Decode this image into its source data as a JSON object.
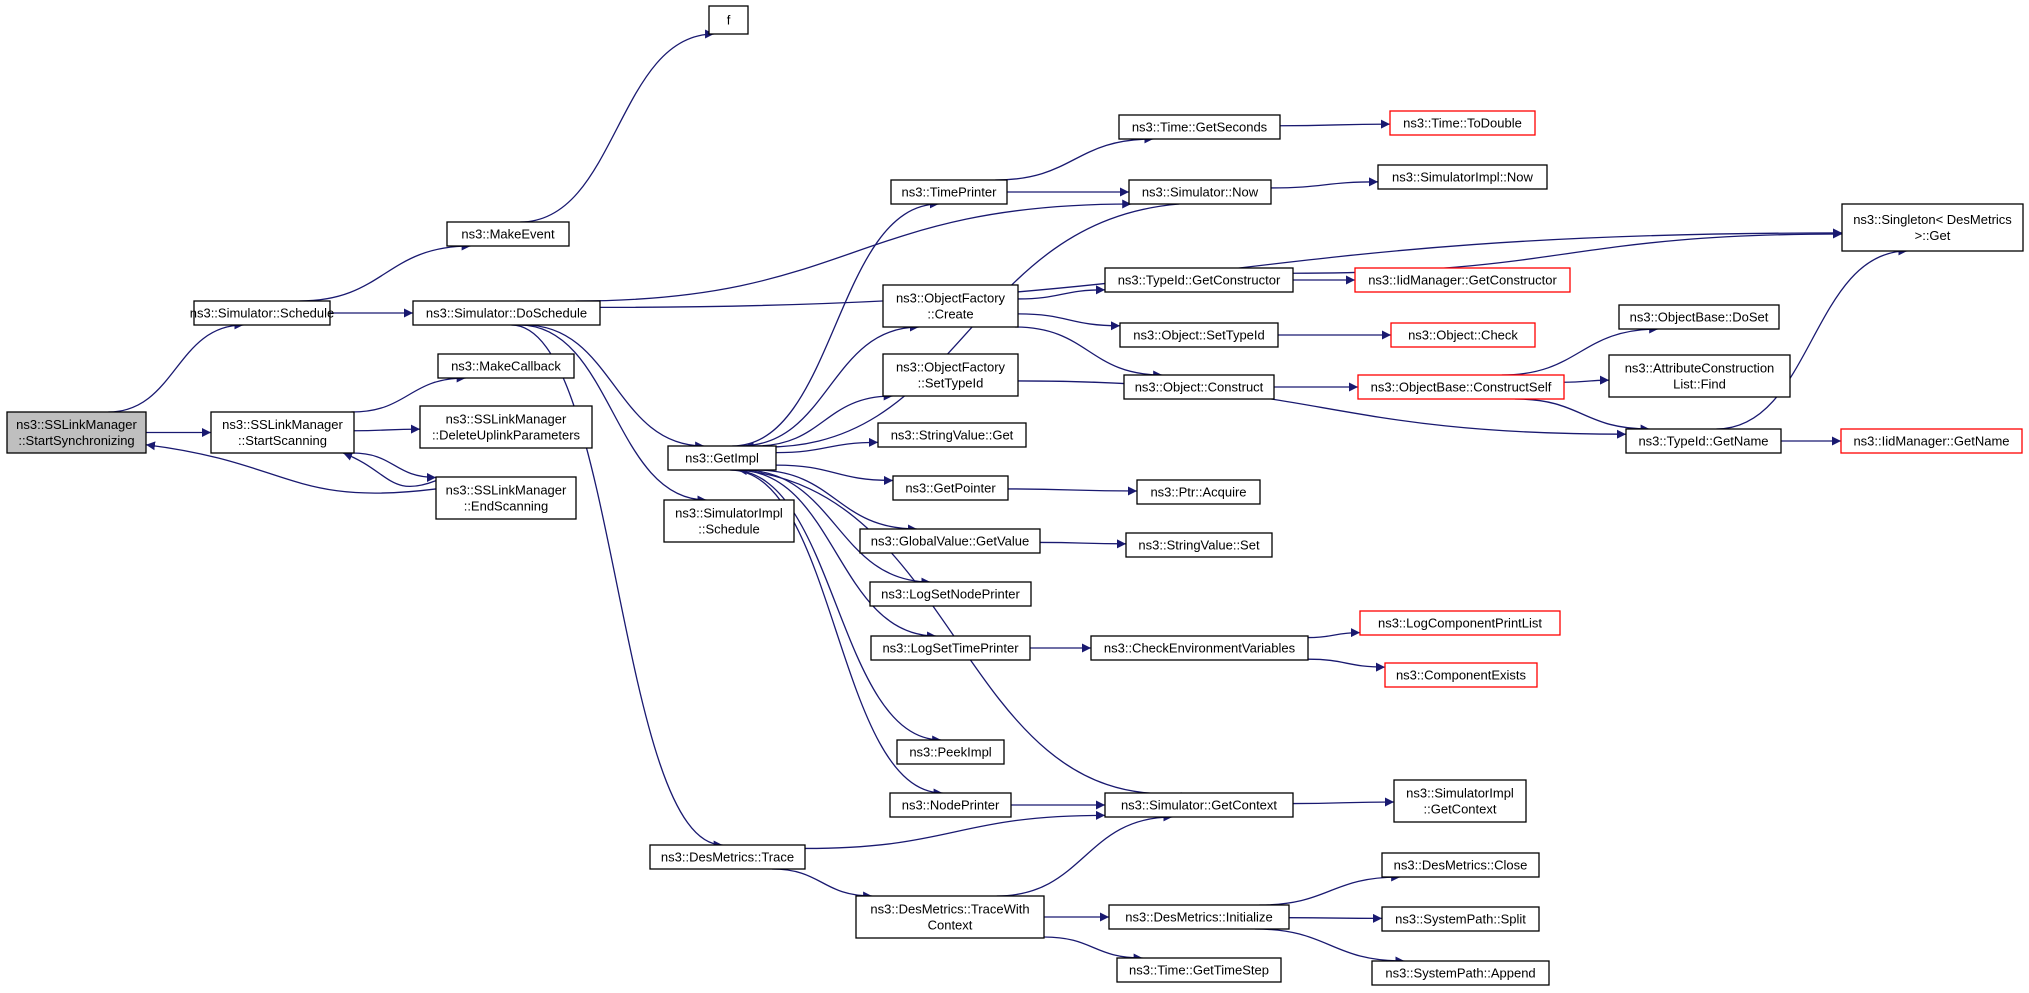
{
  "colors": {
    "edge": "#191970",
    "node_border_normal": "#000000",
    "node_border_truncated": "#ff0000",
    "node_fill_normal": "#ffffff",
    "node_fill_root": "#bfbfbf"
  },
  "nodes": [
    {
      "id": "start_sync",
      "lines": [
        "ns3::SSLinkManager",
        "::StartSynchronizing"
      ],
      "style": "root"
    },
    {
      "id": "schedule",
      "lines": [
        "ns3::Simulator::Schedule"
      ],
      "style": "normal"
    },
    {
      "id": "start_scanning",
      "lines": [
        "ns3::SSLinkManager",
        "::StartScanning"
      ],
      "style": "normal"
    },
    {
      "id": "make_event",
      "lines": [
        "ns3::MakeEvent"
      ],
      "style": "normal"
    },
    {
      "id": "do_schedule",
      "lines": [
        "ns3::Simulator::DoSchedule"
      ],
      "style": "normal"
    },
    {
      "id": "f",
      "lines": [
        "f"
      ],
      "style": "normal"
    },
    {
      "id": "make_callback",
      "lines": [
        "ns3::MakeCallback"
      ],
      "style": "normal"
    },
    {
      "id": "delete_uplink",
      "lines": [
        "ns3::SSLinkManager",
        "::DeleteUplinkParameters"
      ],
      "style": "normal"
    },
    {
      "id": "end_scanning",
      "lines": [
        "ns3::SSLinkManager",
        "::EndScanning"
      ],
      "style": "normal"
    },
    {
      "id": "get_impl",
      "lines": [
        "ns3::GetImpl"
      ],
      "style": "normal"
    },
    {
      "id": "simimpl_schedule",
      "lines": [
        "ns3::SimulatorImpl",
        "::Schedule"
      ],
      "style": "normal"
    },
    {
      "id": "des_trace",
      "lines": [
        "ns3::DesMetrics::Trace"
      ],
      "style": "normal"
    },
    {
      "id": "time_printer",
      "lines": [
        "ns3::TimePrinter"
      ],
      "style": "normal"
    },
    {
      "id": "of_create",
      "lines": [
        "ns3::ObjectFactory",
        "::Create"
      ],
      "style": "normal"
    },
    {
      "id": "of_settypeid",
      "lines": [
        "ns3::ObjectFactory",
        "::SetTypeId"
      ],
      "style": "normal"
    },
    {
      "id": "stringvalue_get",
      "lines": [
        "ns3::StringValue::Get"
      ],
      "style": "normal"
    },
    {
      "id": "get_pointer",
      "lines": [
        "ns3::GetPointer"
      ],
      "style": "normal"
    },
    {
      "id": "gv_getvalue",
      "lines": [
        "ns3::GlobalValue::GetValue"
      ],
      "style": "normal"
    },
    {
      "id": "log_node_printer",
      "lines": [
        "ns3::LogSetNodePrinter"
      ],
      "style": "normal"
    },
    {
      "id": "log_time_printer",
      "lines": [
        "ns3::LogSetTimePrinter"
      ],
      "style": "normal"
    },
    {
      "id": "peek_impl",
      "lines": [
        "ns3::PeekImpl"
      ],
      "style": "normal"
    },
    {
      "id": "node_printer",
      "lines": [
        "ns3::NodePrinter"
      ],
      "style": "normal"
    },
    {
      "id": "trace_with_context",
      "lines": [
        "ns3::DesMetrics::TraceWith",
        "Context"
      ],
      "style": "normal"
    },
    {
      "id": "time_getseconds",
      "lines": [
        "ns3::Time::GetSeconds"
      ],
      "style": "normal"
    },
    {
      "id": "sim_now",
      "lines": [
        "ns3::Simulator::Now"
      ],
      "style": "normal"
    },
    {
      "id": "typeid_getconstructor",
      "lines": [
        "ns3::TypeId::GetConstructor"
      ],
      "style": "normal"
    },
    {
      "id": "object_settypeid",
      "lines": [
        "ns3::Object::SetTypeId"
      ],
      "style": "normal"
    },
    {
      "id": "object_construct",
      "lines": [
        "ns3::Object::Construct"
      ],
      "style": "normal"
    },
    {
      "id": "ptr_acquire",
      "lines": [
        "ns3::Ptr::Acquire"
      ],
      "style": "normal"
    },
    {
      "id": "stringvalue_set",
      "lines": [
        "ns3::StringValue::Set"
      ],
      "style": "normal"
    },
    {
      "id": "check_env",
      "lines": [
        "ns3::CheckEnvironmentVariables"
      ],
      "style": "normal"
    },
    {
      "id": "sim_getcontext",
      "lines": [
        "ns3::Simulator::GetContext"
      ],
      "style": "normal"
    },
    {
      "id": "des_initialize",
      "lines": [
        "ns3::DesMetrics::Initialize"
      ],
      "style": "normal"
    },
    {
      "id": "time_gettimestep",
      "lines": [
        "ns3::Time::GetTimeStep"
      ],
      "style": "normal"
    },
    {
      "id": "time_todouble",
      "lines": [
        "ns3::Time::ToDouble"
      ],
      "style": "truncated"
    },
    {
      "id": "simimpl_now",
      "lines": [
        "ns3::SimulatorImpl::Now"
      ],
      "style": "normal"
    },
    {
      "id": "iid_getconstructor",
      "lines": [
        "ns3::IidManager::GetConstructor"
      ],
      "style": "truncated"
    },
    {
      "id": "object_check",
      "lines": [
        "ns3::Object::Check"
      ],
      "style": "truncated"
    },
    {
      "id": "ob_constructself",
      "lines": [
        "ns3::ObjectBase::ConstructSelf"
      ],
      "style": "truncated"
    },
    {
      "id": "log_component_printlist",
      "lines": [
        "ns3::LogComponentPrintList"
      ],
      "style": "truncated"
    },
    {
      "id": "component_exists",
      "lines": [
        "ns3::ComponentExists"
      ],
      "style": "truncated"
    },
    {
      "id": "simimpl_getcontext",
      "lines": [
        "ns3::SimulatorImpl",
        "::GetContext"
      ],
      "style": "normal"
    },
    {
      "id": "des_close",
      "lines": [
        "ns3::DesMetrics::Close"
      ],
      "style": "normal"
    },
    {
      "id": "sp_split",
      "lines": [
        "ns3::SystemPath::Split"
      ],
      "style": "normal"
    },
    {
      "id": "sp_append",
      "lines": [
        "ns3::SystemPath::Append"
      ],
      "style": "normal"
    },
    {
      "id": "ob_doset",
      "lines": [
        "ns3::ObjectBase::DoSet"
      ],
      "style": "normal"
    },
    {
      "id": "attr_find",
      "lines": [
        "ns3::AttributeConstruction",
        "List::Find"
      ],
      "style": "normal"
    },
    {
      "id": "typeid_getname",
      "lines": [
        "ns3::TypeId::GetName"
      ],
      "style": "normal"
    },
    {
      "id": "singleton_get",
      "lines": [
        "ns3::Singleton< DesMetrics",
        " >::Get"
      ],
      "style": "normal"
    },
    {
      "id": "iid_getname",
      "lines": [
        "ns3::IidManager::GetName"
      ],
      "style": "truncated"
    }
  ],
  "edges": [
    {
      "from": "start_sync",
      "to": "schedule"
    },
    {
      "from": "start_sync",
      "to": "start_scanning"
    },
    {
      "from": "schedule",
      "to": "make_event"
    },
    {
      "from": "schedule",
      "to": "do_schedule"
    },
    {
      "from": "make_event",
      "to": "f"
    },
    {
      "from": "start_scanning",
      "to": "make_callback"
    },
    {
      "from": "start_scanning",
      "to": "delete_uplink"
    },
    {
      "from": "start_scanning",
      "to": "end_scanning"
    },
    {
      "from": "end_scanning",
      "to": "start_scanning"
    },
    {
      "from": "end_scanning",
      "to": "start_sync"
    },
    {
      "from": "do_schedule",
      "to": "singleton_get"
    },
    {
      "from": "do_schedule",
      "to": "sim_now"
    },
    {
      "from": "do_schedule",
      "to": "get_impl"
    },
    {
      "from": "do_schedule",
      "to": "simimpl_schedule"
    },
    {
      "from": "do_schedule",
      "to": "des_trace"
    },
    {
      "from": "get_impl",
      "to": "time_printer"
    },
    {
      "from": "get_impl",
      "to": "of_create"
    },
    {
      "from": "get_impl",
      "to": "of_settypeid"
    },
    {
      "from": "get_impl",
      "to": "stringvalue_get"
    },
    {
      "from": "get_impl",
      "to": "get_pointer"
    },
    {
      "from": "get_impl",
      "to": "gv_getvalue"
    },
    {
      "from": "get_impl",
      "to": "log_node_printer"
    },
    {
      "from": "get_impl",
      "to": "log_time_printer"
    },
    {
      "from": "get_impl",
      "to": "peek_impl"
    },
    {
      "from": "get_impl",
      "to": "node_printer"
    },
    {
      "from": "sim_now",
      "to": "get_impl"
    },
    {
      "from": "sim_getcontext",
      "to": "get_impl"
    },
    {
      "from": "time_printer",
      "to": "time_getseconds"
    },
    {
      "from": "time_printer",
      "to": "sim_now"
    },
    {
      "from": "time_getseconds",
      "to": "time_todouble"
    },
    {
      "from": "sim_now",
      "to": "simimpl_now"
    },
    {
      "from": "of_create",
      "to": "typeid_getconstructor"
    },
    {
      "from": "of_create",
      "to": "object_settypeid"
    },
    {
      "from": "of_create",
      "to": "object_construct"
    },
    {
      "from": "typeid_getconstructor",
      "to": "iid_getconstructor"
    },
    {
      "from": "typeid_getconstructor",
      "to": "singleton_get"
    },
    {
      "from": "object_settypeid",
      "to": "object_check"
    },
    {
      "from": "object_construct",
      "to": "ob_constructself"
    },
    {
      "from": "ob_constructself",
      "to": "ob_doset"
    },
    {
      "from": "ob_constructself",
      "to": "attr_find"
    },
    {
      "from": "ob_constructself",
      "to": "typeid_getname"
    },
    {
      "from": "of_settypeid",
      "to": "typeid_getname"
    },
    {
      "from": "typeid_getname",
      "to": "iid_getname"
    },
    {
      "from": "typeid_getname",
      "to": "singleton_get"
    },
    {
      "from": "get_pointer",
      "to": "ptr_acquire"
    },
    {
      "from": "gv_getvalue",
      "to": "stringvalue_set"
    },
    {
      "from": "log_time_printer",
      "to": "check_env"
    },
    {
      "from": "check_env",
      "to": "log_component_printlist"
    },
    {
      "from": "check_env",
      "to": "component_exists"
    },
    {
      "from": "node_printer",
      "to": "sim_getcontext"
    },
    {
      "from": "sim_getcontext",
      "to": "simimpl_getcontext"
    },
    {
      "from": "des_trace",
      "to": "sim_getcontext"
    },
    {
      "from": "des_trace",
      "to": "trace_with_context"
    },
    {
      "from": "trace_with_context",
      "to": "sim_getcontext"
    },
    {
      "from": "trace_with_context",
      "to": "des_initialize"
    },
    {
      "from": "trace_with_context",
      "to": "time_gettimestep"
    },
    {
      "from": "des_initialize",
      "to": "des_close"
    },
    {
      "from": "des_initialize",
      "to": "sp_split"
    },
    {
      "from": "des_initialize",
      "to": "sp_append"
    }
  ]
}
